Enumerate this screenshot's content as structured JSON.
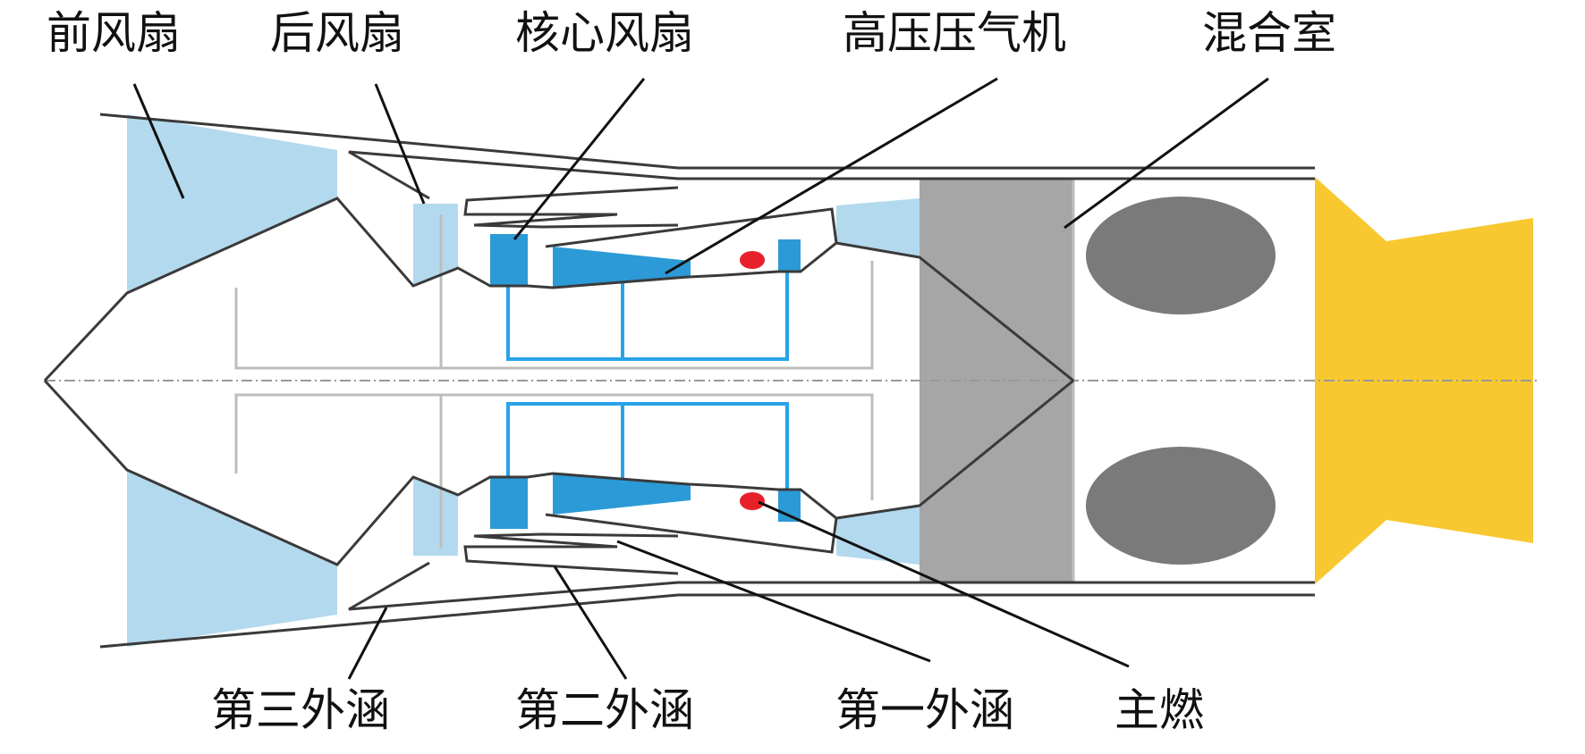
{
  "labels": {
    "front_fan": "前风扇",
    "rear_fan": "后风扇",
    "core_fan": "核心风扇",
    "hp_compressor": "高压压气机",
    "mixing_chamber": "混合室",
    "third_bypass": "第三外涵",
    "second_bypass": "第二外涵",
    "first_bypass": "第一外涵",
    "main_burner": "主燃"
  },
  "colors": {
    "fan_blade": "#b3d9ee",
    "core_component": "#2b9ad6",
    "combustion_mark": "#e8202a",
    "turbine": "#a6a6a6",
    "mixer_blob": "#7a7a7a",
    "nozzle": "#f8c830",
    "outline": "#3a3a3a",
    "shaft": "#29a3e8",
    "centerline": "#999999"
  }
}
